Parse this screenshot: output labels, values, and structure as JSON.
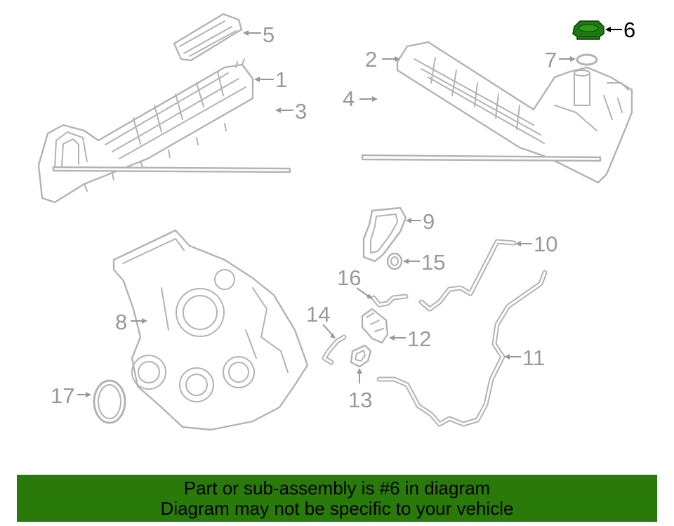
{
  "callouts": {
    "c1": "1",
    "c2": "2",
    "c3": "3",
    "c4": "4",
    "c5": "5",
    "c6": "6",
    "c7": "7",
    "c8": "8",
    "c9": "9",
    "c10": "10",
    "c11": "11",
    "c12": "12",
    "c13": "13",
    "c14": "14",
    "c15": "15",
    "c16": "16",
    "c17": "17"
  },
  "highlighted_part": "6",
  "colors": {
    "highlight": "#1f7a12",
    "banner": "#2a7a0a",
    "line_art": "#b3b3b3",
    "callout_text": "#999999"
  },
  "banner": {
    "line1": "Part or sub-assembly is #6 in diagram",
    "line2": "Diagram may not be specific to your vehicle"
  }
}
